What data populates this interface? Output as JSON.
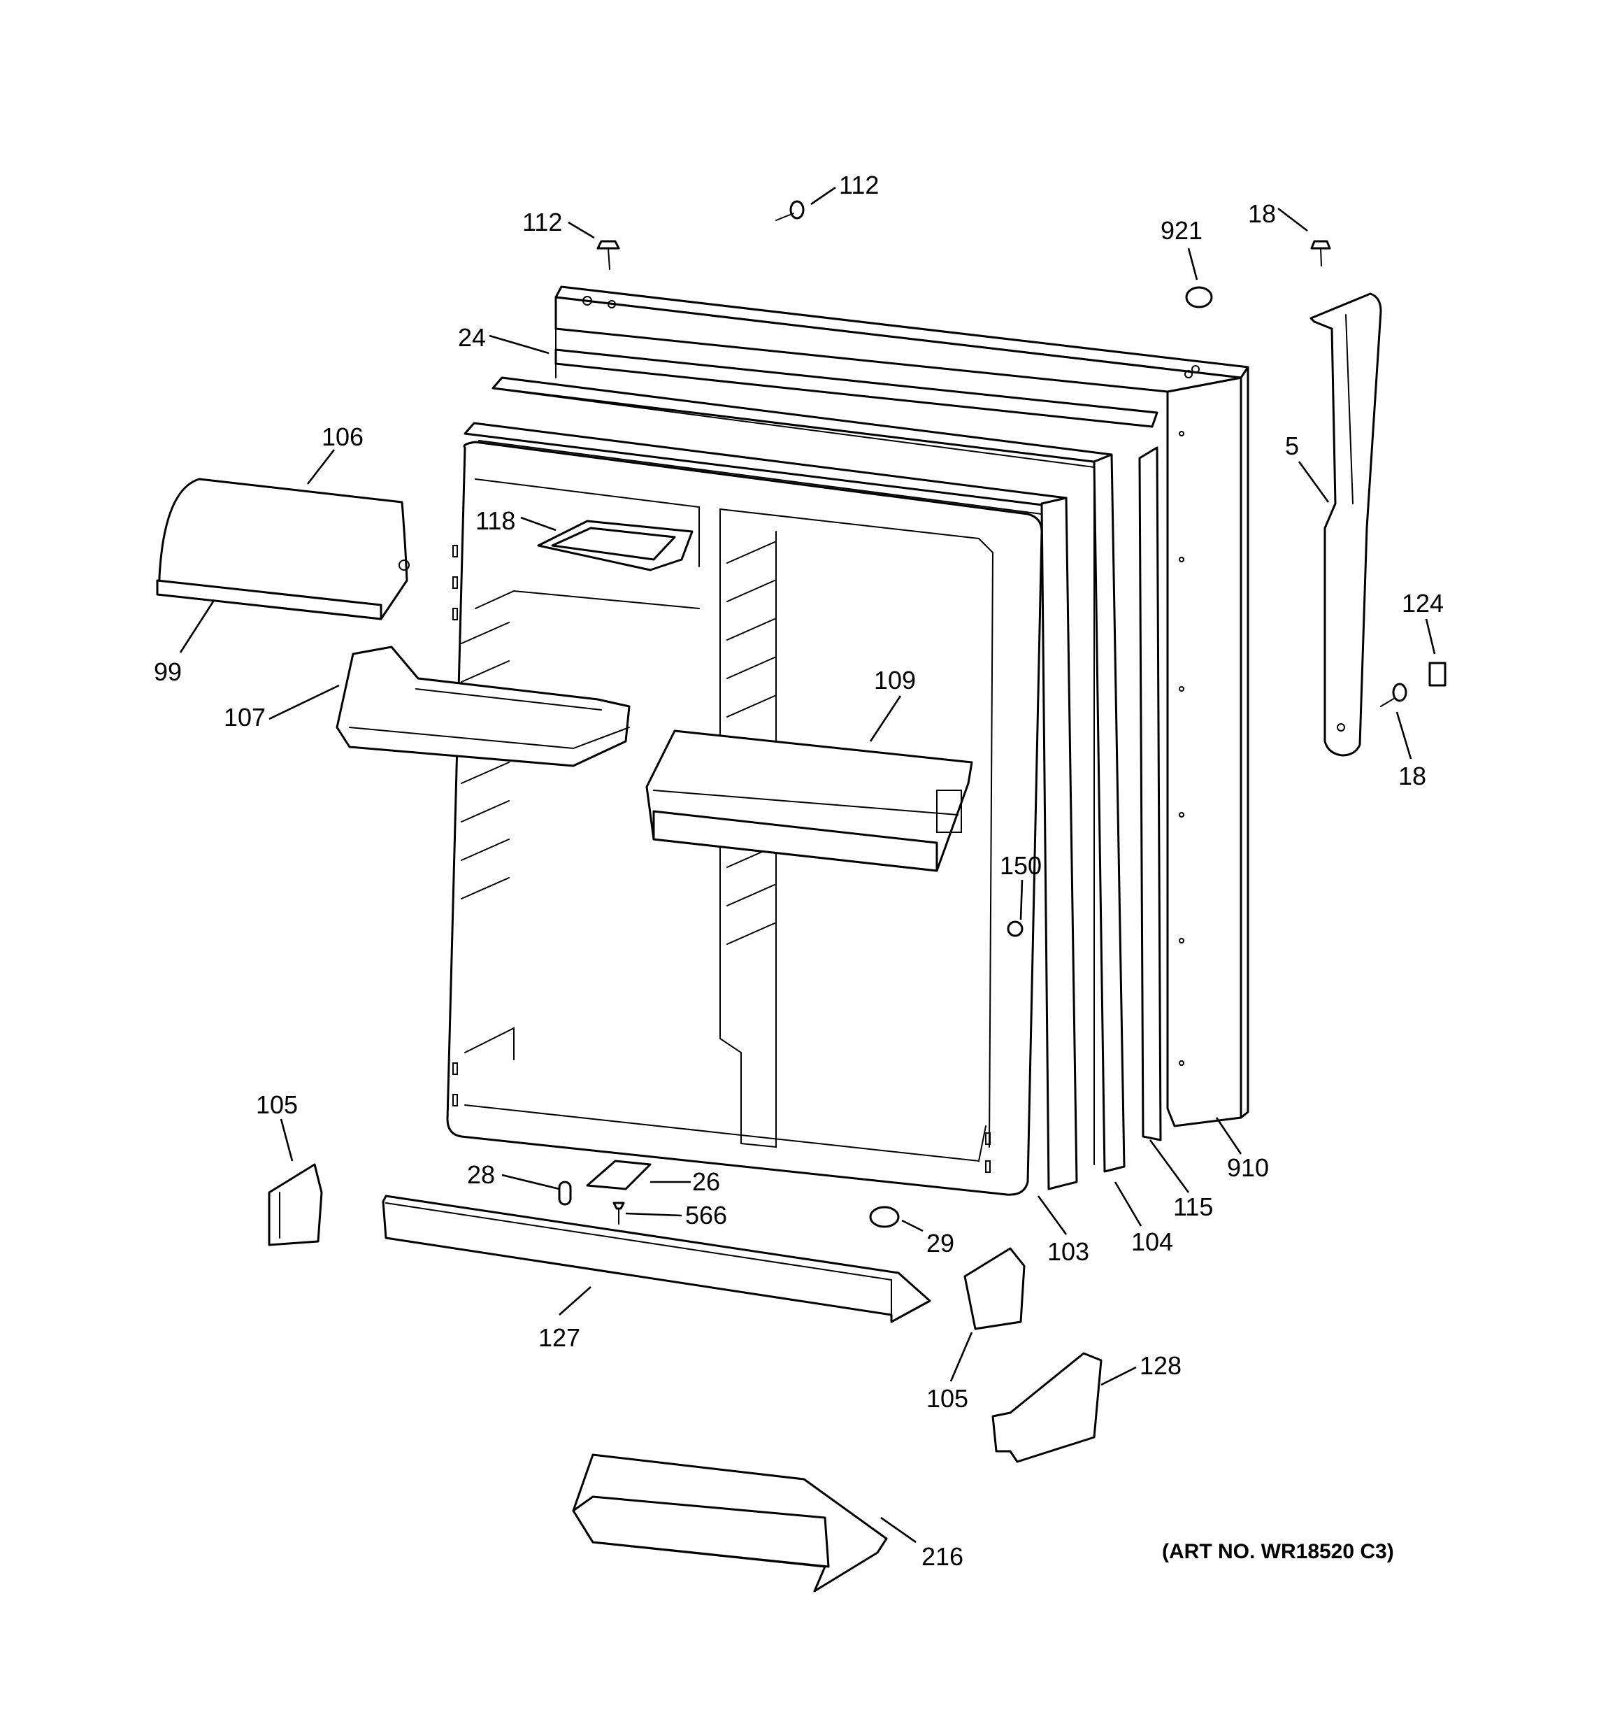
{
  "labels": {
    "l112a": "112",
    "l112b": "112",
    "l921": "921",
    "l18a": "18",
    "l24": "24",
    "l106": "106",
    "l118": "118",
    "l5": "5",
    "l124": "124",
    "l99": "99",
    "l109": "109",
    "l107": "107",
    "l18b": "18",
    "l150": "150",
    "l105a": "105",
    "l28": "28",
    "l26": "26",
    "l566": "566",
    "l910": "910",
    "l115": "115",
    "l104": "104",
    "l29": "29",
    "l103": "103",
    "l127": "127",
    "l128": "128",
    "l105b": "105",
    "l216": "216"
  },
  "art_number": "(ART NO. WR18520 C3)",
  "colors": {
    "line": "#000000",
    "background": "#ffffff"
  }
}
